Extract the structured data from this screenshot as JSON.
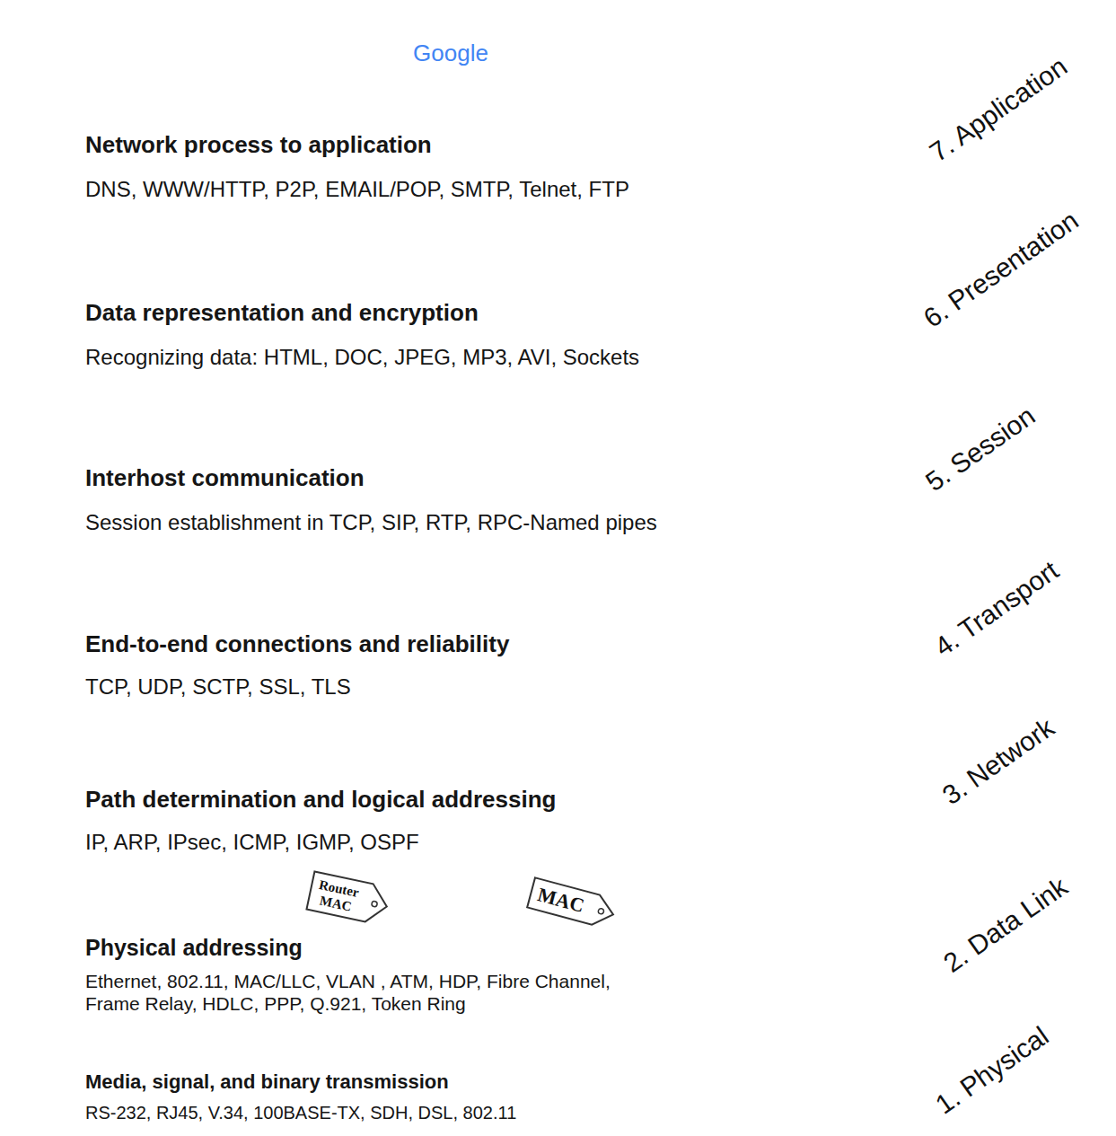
{
  "diagram": {
    "nodes": [
      {
        "text": [
          "7. Application",
          "Network process to application",
          "DNS, WWW/HTTP, P2P, EMAIL/POP, SMTP, Telnet, FTP"
        ]
      },
      {
        "text": [
          "6. Presentation",
          "Data representation and encryption",
          "Recognizing data: HTML, DOC, JPEG, MP3, AVI, Sockets"
        ]
      },
      {
        "text": [
          "5. Session",
          "Interhost communication",
          "Session establishment in TCP, SIP, RTP, RPC-Named pipes"
        ]
      },
      {
        "text": [
          "4. Transport",
          "End-to-end connections and reliability",
          "TCP, UDP, SCTP, SSL, TLS"
        ]
      },
      {
        "text": [
          "3. Network",
          "Path determination and logical addressing",
          "IP, ARP, IPsec, ICMP, IGMP, OSPF"
        ]
      },
      {
        "text": [
          "2. Data Link",
          "Physical addressing",
          "Ethernet, 802.11, MAC/LLC, VLAN , ATM, HDP, Fibre Channel, Frame Relay, HDLC, PPP, Q.921, Token Ring"
        ]
      },
      {
        "text": [
          "Router MAC"
        ],
        "in": 5
      },
      {
        "text": [
          "MAC"
        ],
        "in": 5
      },
      {
        "text": [
          "1. Physical",
          "Media, signal, and binary transmission",
          "RS-232, RJ45, V.34, 100BASE-TX, SDH, DSL, 802.11"
        ]
      }
    ],
    "labels": [
      "Google"
    ]
  }
}
